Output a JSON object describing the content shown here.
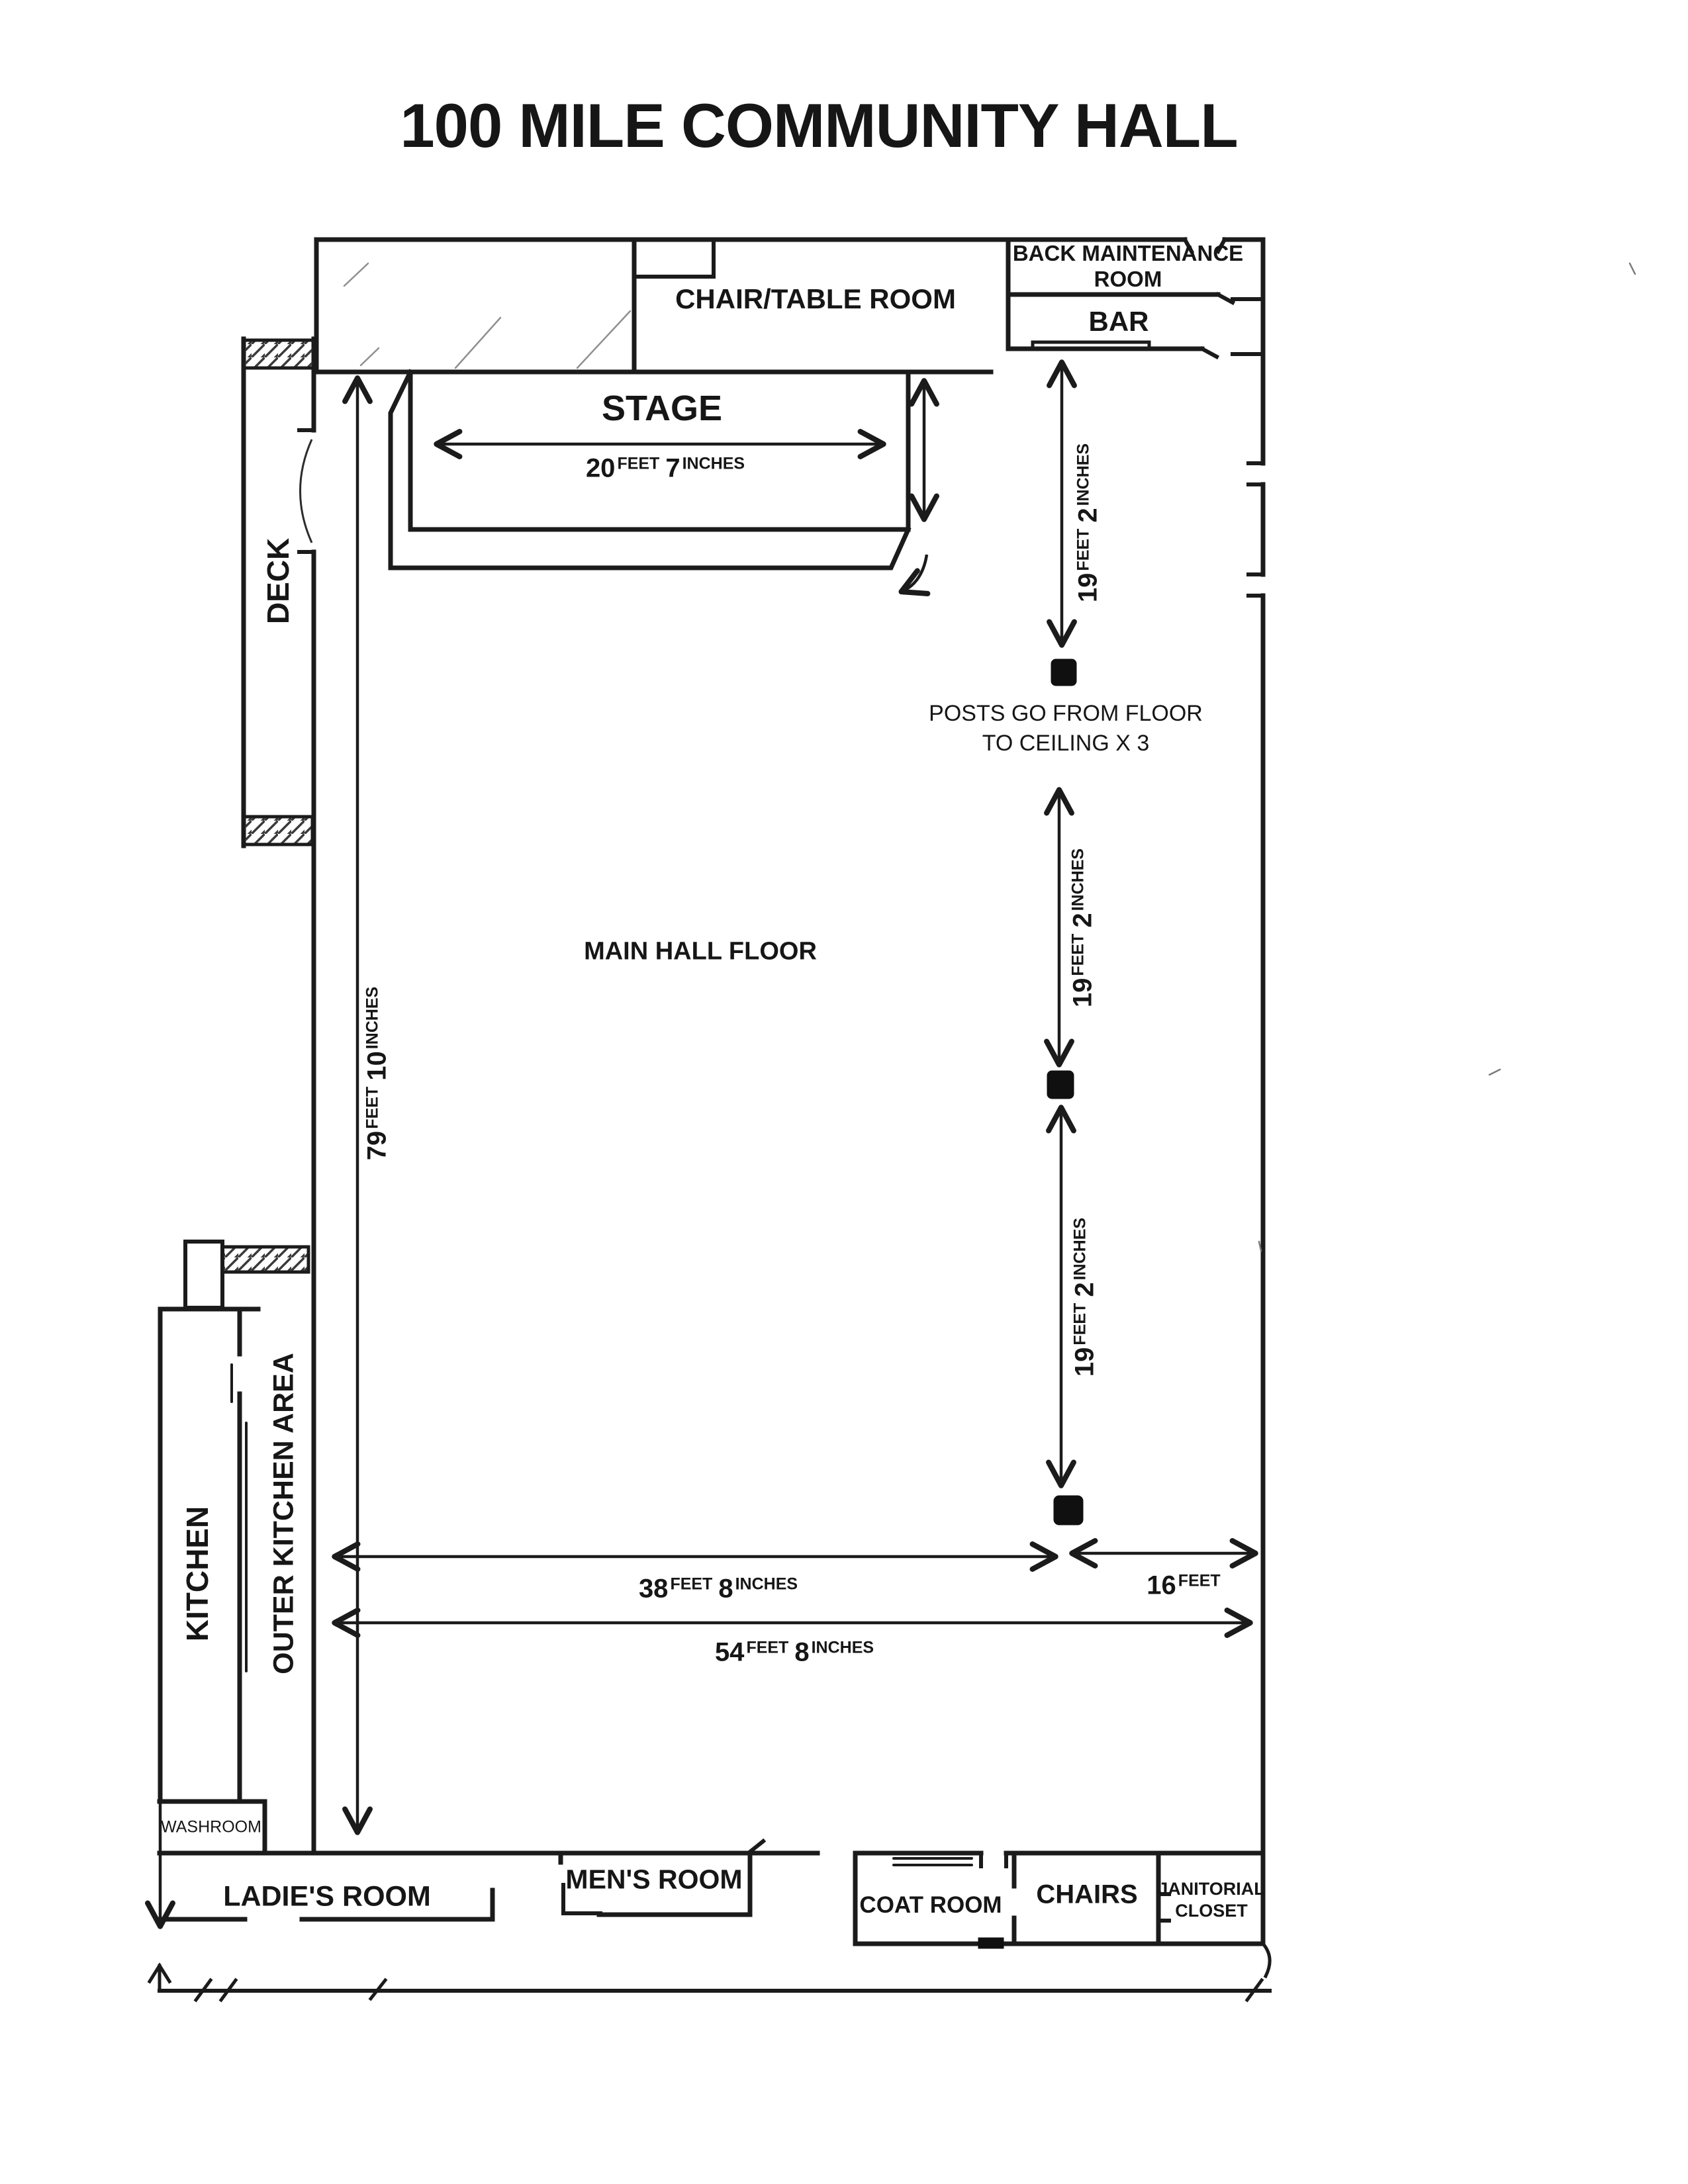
{
  "title": "100 MILE COMMUNITY HALL",
  "rooms": {
    "chair_table": "CHAIR/TABLE ROOM",
    "back_maintenance_line1": "BACK MAINTENANCE",
    "back_maintenance_line2": "ROOM",
    "bar": "BAR",
    "stage": "STAGE",
    "deck": "DECK",
    "main_hall": "MAIN HALL FLOOR",
    "kitchen": "KITCHEN",
    "outer_kitchen": "OUTER KITCHEN AREA",
    "washroom": "WASHROOM",
    "ladies": "LADIE'S ROOM",
    "mens": "MEN'S ROOM",
    "coat": "COAT ROOM",
    "chairs": "CHAIRS",
    "janitorial_line1": "JANITORIAL",
    "janitorial_line2": "CLOSET"
  },
  "notes": {
    "posts_line1": "POSTS GO FROM FLOOR",
    "posts_line2": "TO CEILING X 3"
  },
  "dimensions": {
    "stage_width": {
      "value1": "20",
      "unit1": "FEET",
      "value2": "7",
      "unit2": "INCHES"
    },
    "hall_length": {
      "value1": "79",
      "unit1": "FEET",
      "value2": "10",
      "unit2": "INCHES"
    },
    "post_span_top": {
      "value1": "19",
      "unit1": "FEET",
      "value2": "2",
      "unit2": "INCHES"
    },
    "post_span_middle": {
      "value1": "19",
      "unit1": "FEET",
      "value2": "2",
      "unit2": "INCHES"
    },
    "post_span_bottom": {
      "value1": "19",
      "unit1": "FEET",
      "value2": "2",
      "unit2": "INCHES"
    },
    "hall_width_left": {
      "value1": "38",
      "unit1": "FEET",
      "value2": "8",
      "unit2": "INCHES"
    },
    "hall_width_right": {
      "value1": "16",
      "unit1": "FEET"
    },
    "hall_width_total": {
      "value1": "54",
      "unit1": "FEET",
      "value2": "8",
      "unit2": "INCHES"
    }
  },
  "colors": {
    "ink": "#1b1b1b",
    "paper": "#ffffff"
  }
}
